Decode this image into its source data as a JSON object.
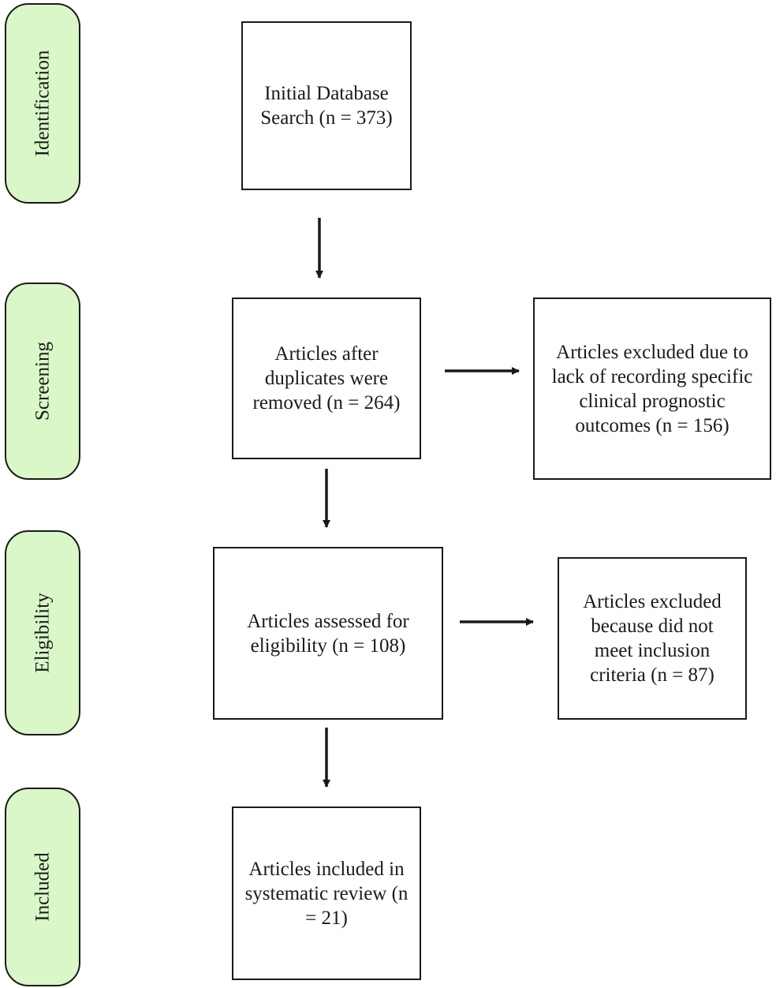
{
  "stages": {
    "identification": "Identification",
    "screening": "Screening",
    "eligibility": "Eligibility",
    "included": "Included"
  },
  "boxes": {
    "initial_search": "Initial Database Search (n = 373)",
    "after_duplicates": "Articles after duplicates were removed (n = 264)",
    "excluded_outcomes": "Articles excluded due to lack of recording specific clinical prognostic outcomes (n = 156)",
    "assessed_eligibility": "Articles assessed for eligibility (n = 108)",
    "excluded_criteria": "Articles excluded because did not meet inclusion criteria (n = 87)",
    "included_review": "Articles included in systematic review (n = 21)"
  },
  "colors": {
    "stage_fill": "#d9f7c7",
    "stroke": "#1a1a1a"
  }
}
